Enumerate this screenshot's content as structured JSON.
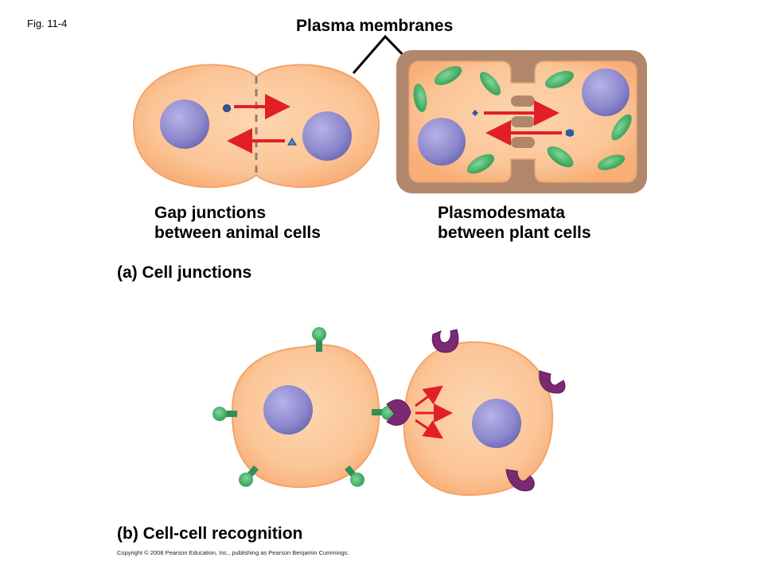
{
  "figure_id": "Fig. 11-4",
  "labels": {
    "plasma_membranes": "Plasma membranes",
    "gap_junctions": [
      "Gap junctions",
      "between animal cells"
    ],
    "plasmodesmata": [
      "Plasmodesmata",
      "between plant cells"
    ],
    "panel_a": "(a) Cell junctions",
    "panel_b": "(b) Cell-cell recognition",
    "copyright": "Copyright © 2008 Pearson Education, Inc., publishing as Pearson Benjamin Cummings."
  },
  "colors": {
    "cytoplasm": "#fbc597",
    "cytoplasm_edge": "#f6a86c",
    "nucleus": "#8c86cc",
    "cell_wall": "#b0876a",
    "chloroplast": "#3aa85a",
    "arrow": "#e21f26",
    "receptor": "#7a2a72",
    "glycoprotein": "#3aaa66"
  }
}
